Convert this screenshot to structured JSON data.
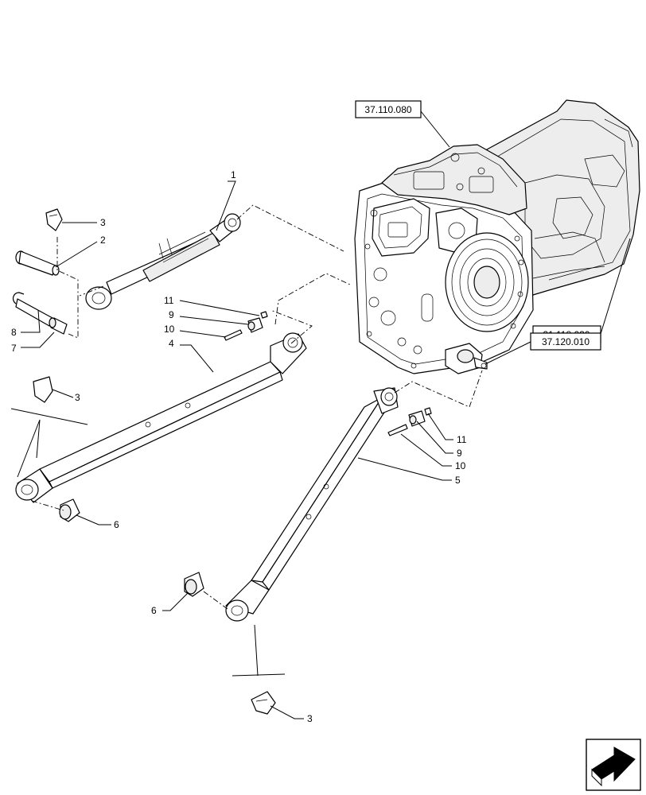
{
  "refs": {
    "r1": "37.110.080",
    "r2": "21.118.030",
    "r3": "37.120.010"
  },
  "callouts": {
    "c1": "1",
    "c2": "2",
    "c3a": "3",
    "c3b": "3",
    "c3c": "3",
    "c4": "4",
    "c5": "5",
    "c6a": "6",
    "c6b": "6",
    "c7": "7",
    "c8": "8",
    "c9a": "9",
    "c9b": "9",
    "c10a": "10",
    "c10b": "10",
    "c11a": "11",
    "c11b": "11"
  },
  "icons": {
    "nav": "next-page-arrow-icon"
  }
}
